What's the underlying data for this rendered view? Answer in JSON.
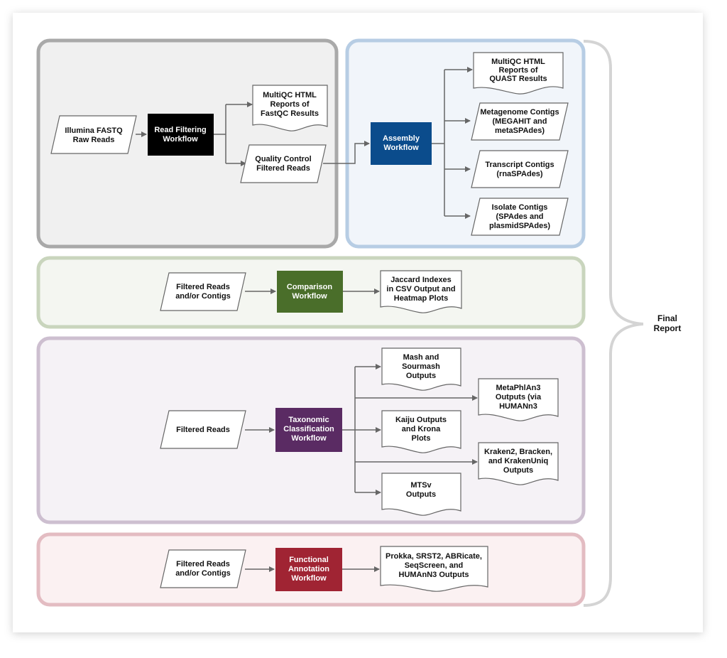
{
  "colors": {
    "read_filtering_box": "#000000",
    "assembly_box": "#0b4c8c",
    "comparison_box": "#4a6e2a",
    "taxonomic_box": "#5a2b63",
    "functional_box": "#a02433",
    "panel_gray_stroke": "#a9a9a9",
    "panel_blue_stroke": "#b7cde4",
    "panel_green_stroke": "#c9d5bd",
    "panel_purple_stroke": "#cdbfd0",
    "panel_red_stroke": "#e3bcc2",
    "arrow": "#666666"
  },
  "icons": {
    "input": "parallelogram-shape",
    "process": "rectangle-shape",
    "output": "document-shape",
    "final": "curly-brace-shape"
  },
  "read_filtering": {
    "input": [
      "Illumina FASTQ",
      "Raw Reads"
    ],
    "process": [
      "Read Filtering",
      "Workflow"
    ],
    "out_multiqc": [
      "MultiQC HTML",
      "Reports of",
      "FastQC Results"
    ],
    "out_qc": [
      "Quality Control",
      "Filtered Reads"
    ]
  },
  "assembly": {
    "process": [
      "Assembly",
      "Workflow"
    ],
    "out_quast": [
      "MultiQC HTML",
      "Reports of",
      "QUAST Results"
    ],
    "out_meta": [
      "Metagenome Contigs",
      "(MEGAHIT and",
      "metaSPAdes)"
    ],
    "out_transcript": [
      "Transcript Contigs",
      "(rnaSPAdes)"
    ],
    "out_isolate": [
      "Isolate Contigs",
      "(SPAdes and",
      "plasmidSPAdes)"
    ]
  },
  "comparison": {
    "input": [
      "Filtered Reads",
      "and/or Contigs"
    ],
    "process": [
      "Comparison",
      "Workflow"
    ],
    "output": [
      "Jaccard Indexes",
      "in CSV Output and",
      "Heatmap Plots"
    ]
  },
  "taxonomic": {
    "input": [
      "Filtered Reads"
    ],
    "process": [
      "Taxonomic",
      "Classification",
      "Workflow"
    ],
    "out_mash": [
      "Mash and",
      "Sourmash",
      "Outputs"
    ],
    "out_metaphlan": [
      "MetaPhlAn3",
      "Outputs (via",
      "HUMANn3"
    ],
    "out_kaiju": [
      "Kaiju Outputs",
      "and Krona",
      "Plots"
    ],
    "out_kraken": [
      "Kraken2, Bracken,",
      "and KrakenUniq",
      "Outputs"
    ],
    "out_mtsv": [
      "MTSv",
      "Outputs"
    ]
  },
  "functional": {
    "input": [
      "Filtered Reads",
      "and/or Contigs"
    ],
    "process": [
      "Functional",
      "Annotation",
      "Workflow"
    ],
    "output": [
      "Prokka, SRST2, ABRicate,",
      "SeqScreen, and",
      "HUMAnN3 Outputs"
    ]
  },
  "final_report": [
    "Final",
    "Report"
  ]
}
